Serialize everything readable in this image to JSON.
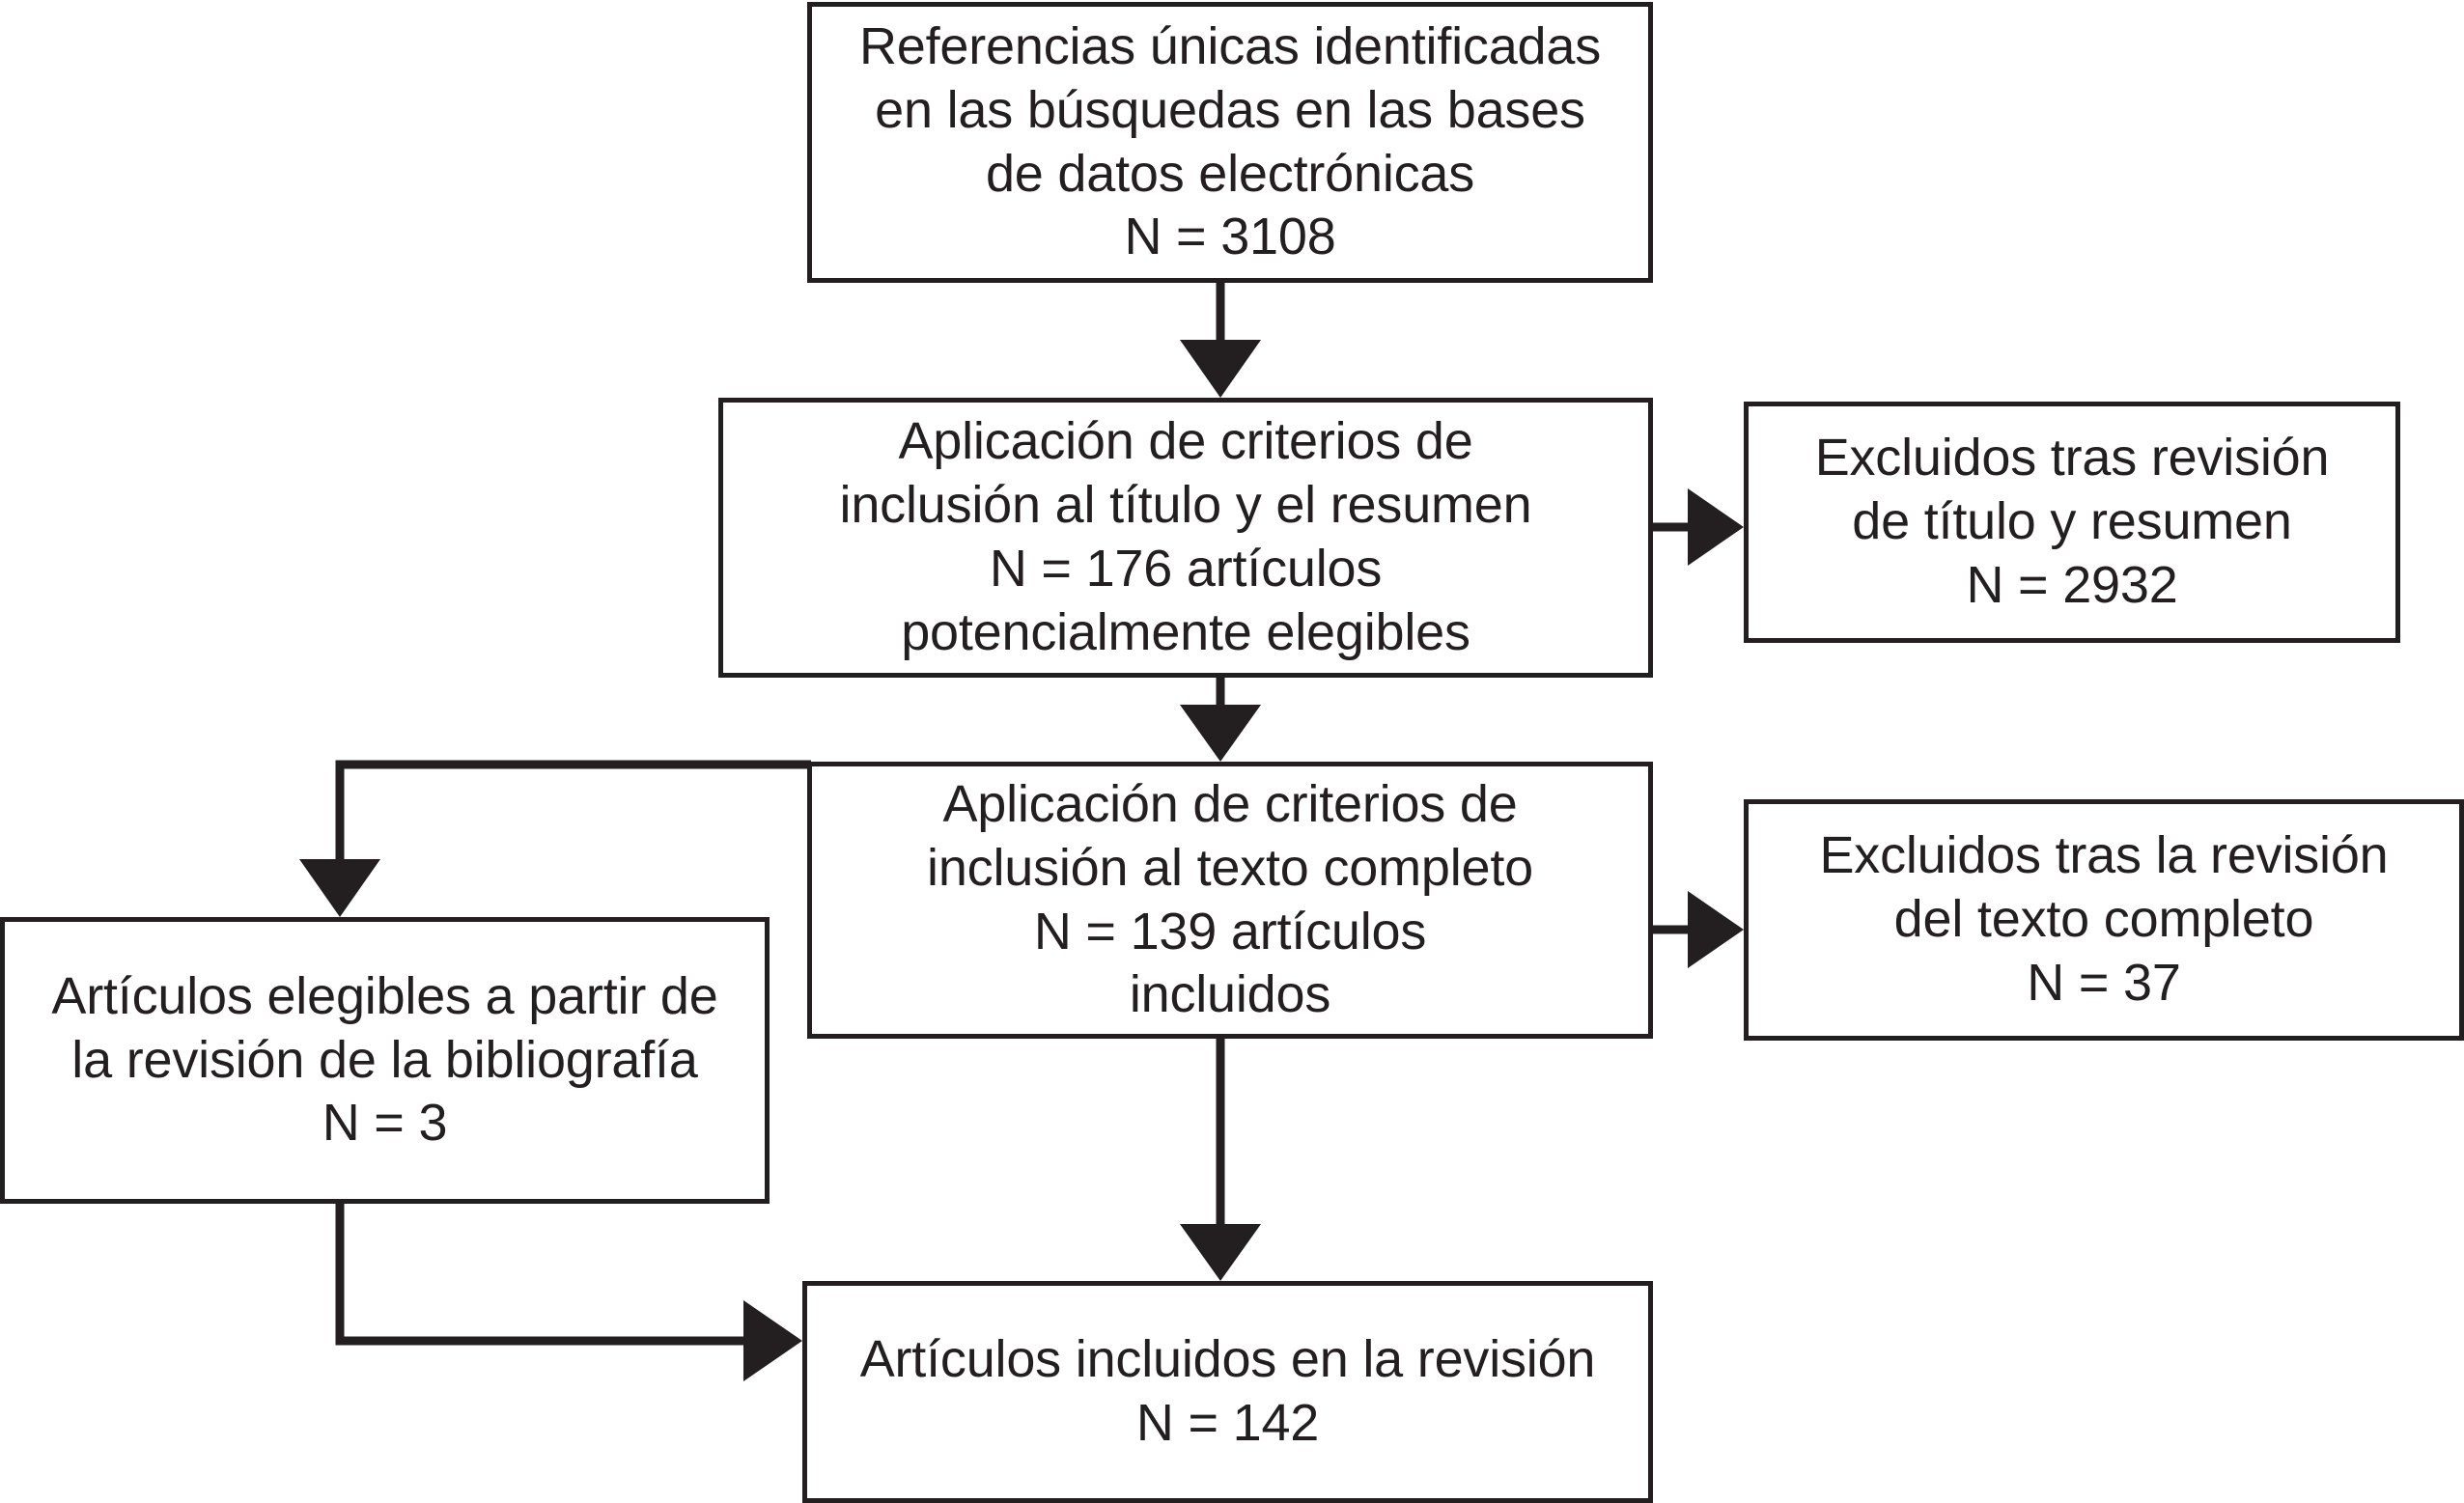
{
  "diagram": {
    "type": "prisma-flow-diagram",
    "language": "es",
    "background_color": "#ffffff",
    "line_color": "#231f20",
    "text_color": "#231f20",
    "nodes": [
      {
        "id": "identified",
        "name": "identified-references-box",
        "lines": [
          "Referencias únicas identificadas",
          "en las búsquedas en las bases",
          "de datos electrónicas",
          "N = 3108"
        ],
        "count_label": "N = 3108",
        "count": 3108
      },
      {
        "id": "title-abstract-screening",
        "name": "title-abstract-screening-box",
        "lines": [
          "Aplicación de criterios de",
          "inclusión al título y el resumen",
          "N = 176 artículos",
          "potencialmente elegibles"
        ],
        "count_label": "N = 176 artículos",
        "count": 176
      },
      {
        "id": "excluded-title-abstract",
        "name": "excluded-title-abstract-box",
        "lines": [
          "Excluidos tras revisión",
          "de título y resumen",
          "N = 2932"
        ],
        "count_label": "N = 2932",
        "count": 2932
      },
      {
        "id": "fulltext-screening",
        "name": "fulltext-screening-box",
        "lines": [
          "Aplicación de criterios de",
          "inclusión al texto completo",
          "N = 139 artículos",
          "incluidos"
        ],
        "count_label": "N = 139 artículos",
        "count": 139
      },
      {
        "id": "excluded-fulltext",
        "name": "excluded-fulltext-box",
        "lines": [
          "Excluidos tras la revisión",
          "del texto completo",
          "N = 37"
        ],
        "count_label": "N = 37",
        "count": 37
      },
      {
        "id": "reference-list-eligible",
        "name": "reference-list-eligible-box",
        "lines": [
          "Artículos elegibles a partir de",
          "la revisión de la bibliografía",
          "N = 3"
        ],
        "count_label": "N = 3",
        "count": 3
      },
      {
        "id": "included",
        "name": "included-articles-box",
        "lines": [
          "Artículos incluidos en la revisión",
          "N = 142"
        ],
        "count_label": "N = 142",
        "count": 142
      }
    ],
    "connectors": [
      {
        "name": "arrow-identified-to-title-abstract",
        "from": "identified",
        "to": "title-abstract-screening",
        "direction": "down"
      },
      {
        "name": "arrow-title-abstract-to-excluded",
        "from": "title-abstract-screening",
        "to": "excluded-title-abstract",
        "direction": "right"
      },
      {
        "name": "arrow-title-abstract-to-fulltext",
        "from": "title-abstract-screening",
        "to": "fulltext-screening",
        "direction": "down"
      },
      {
        "name": "arrow-fulltext-to-excluded",
        "from": "fulltext-screening",
        "to": "excluded-fulltext",
        "direction": "right"
      },
      {
        "name": "arrow-fulltext-to-reference-list",
        "from": "fulltext-screening",
        "to": "reference-list-eligible",
        "direction": "left-down"
      },
      {
        "name": "arrow-fulltext-to-included",
        "from": "fulltext-screening",
        "to": "included",
        "direction": "down"
      },
      {
        "name": "arrow-reference-list-to-included",
        "from": "reference-list-eligible",
        "to": "included",
        "direction": "down-right"
      }
    ]
  }
}
